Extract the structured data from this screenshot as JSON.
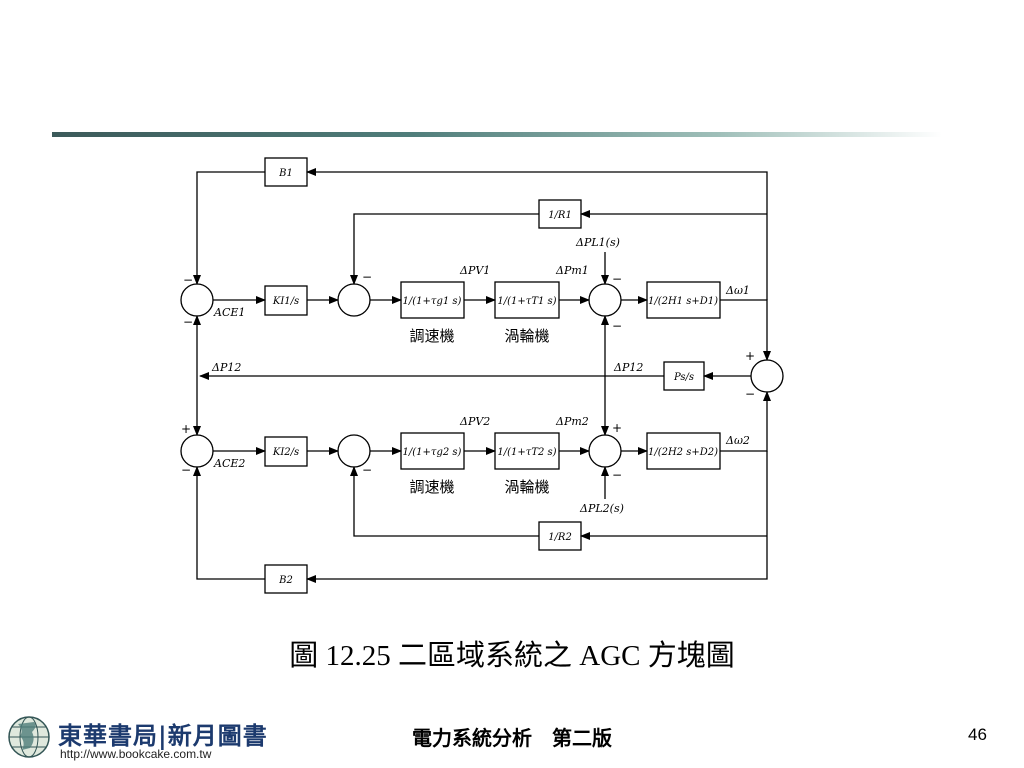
{
  "diagram": {
    "blocks": {
      "b1": "B1",
      "b2": "B2",
      "r1": "1/R1",
      "r2": "1/R2",
      "ki1": "KI1/s",
      "ki2": "KI2/s",
      "gov1": "1/(1+τg1 s)",
      "gov2": "1/(1+τg2 s)",
      "tur1": "1/(1+τT1 s)",
      "tur2": "1/(1+τT2 s)",
      "mach1": "1/(2H1 s+D1)",
      "mach2": "1/(2H2 s+D2)",
      "ps": "Ps/s"
    },
    "labels": {
      "dPV1": "ΔPV1",
      "dPm1": "ΔPm1",
      "dPL1": "ΔPL1(s)",
      "dw1": "Δω1",
      "ace1": "ACE1",
      "dP12_left": "ΔP12",
      "dP12_right": "ΔP12",
      "dPV2": "ΔPV2",
      "dPm2": "ΔPm2",
      "dPL2": "ΔPL2(s)",
      "dw2": "Δω2",
      "ace2": "ACE2",
      "governor_1": "調速機",
      "turbine_1": "渦輪機",
      "governor_2": "調速機",
      "turbine_2": "渦輪機"
    }
  },
  "caption": "圖 12.25  二區域系統之 AGC 方塊圖",
  "footer": {
    "publisher_name": "東華書局|新月圖書",
    "publisher_url": "http://www.bookcake.com.tw",
    "book_title": "電力系統分析　第二版",
    "page_number": "46"
  },
  "colors": {
    "accent_rule": "#4f7d7a",
    "logo_blue": "#1c3a6e"
  }
}
